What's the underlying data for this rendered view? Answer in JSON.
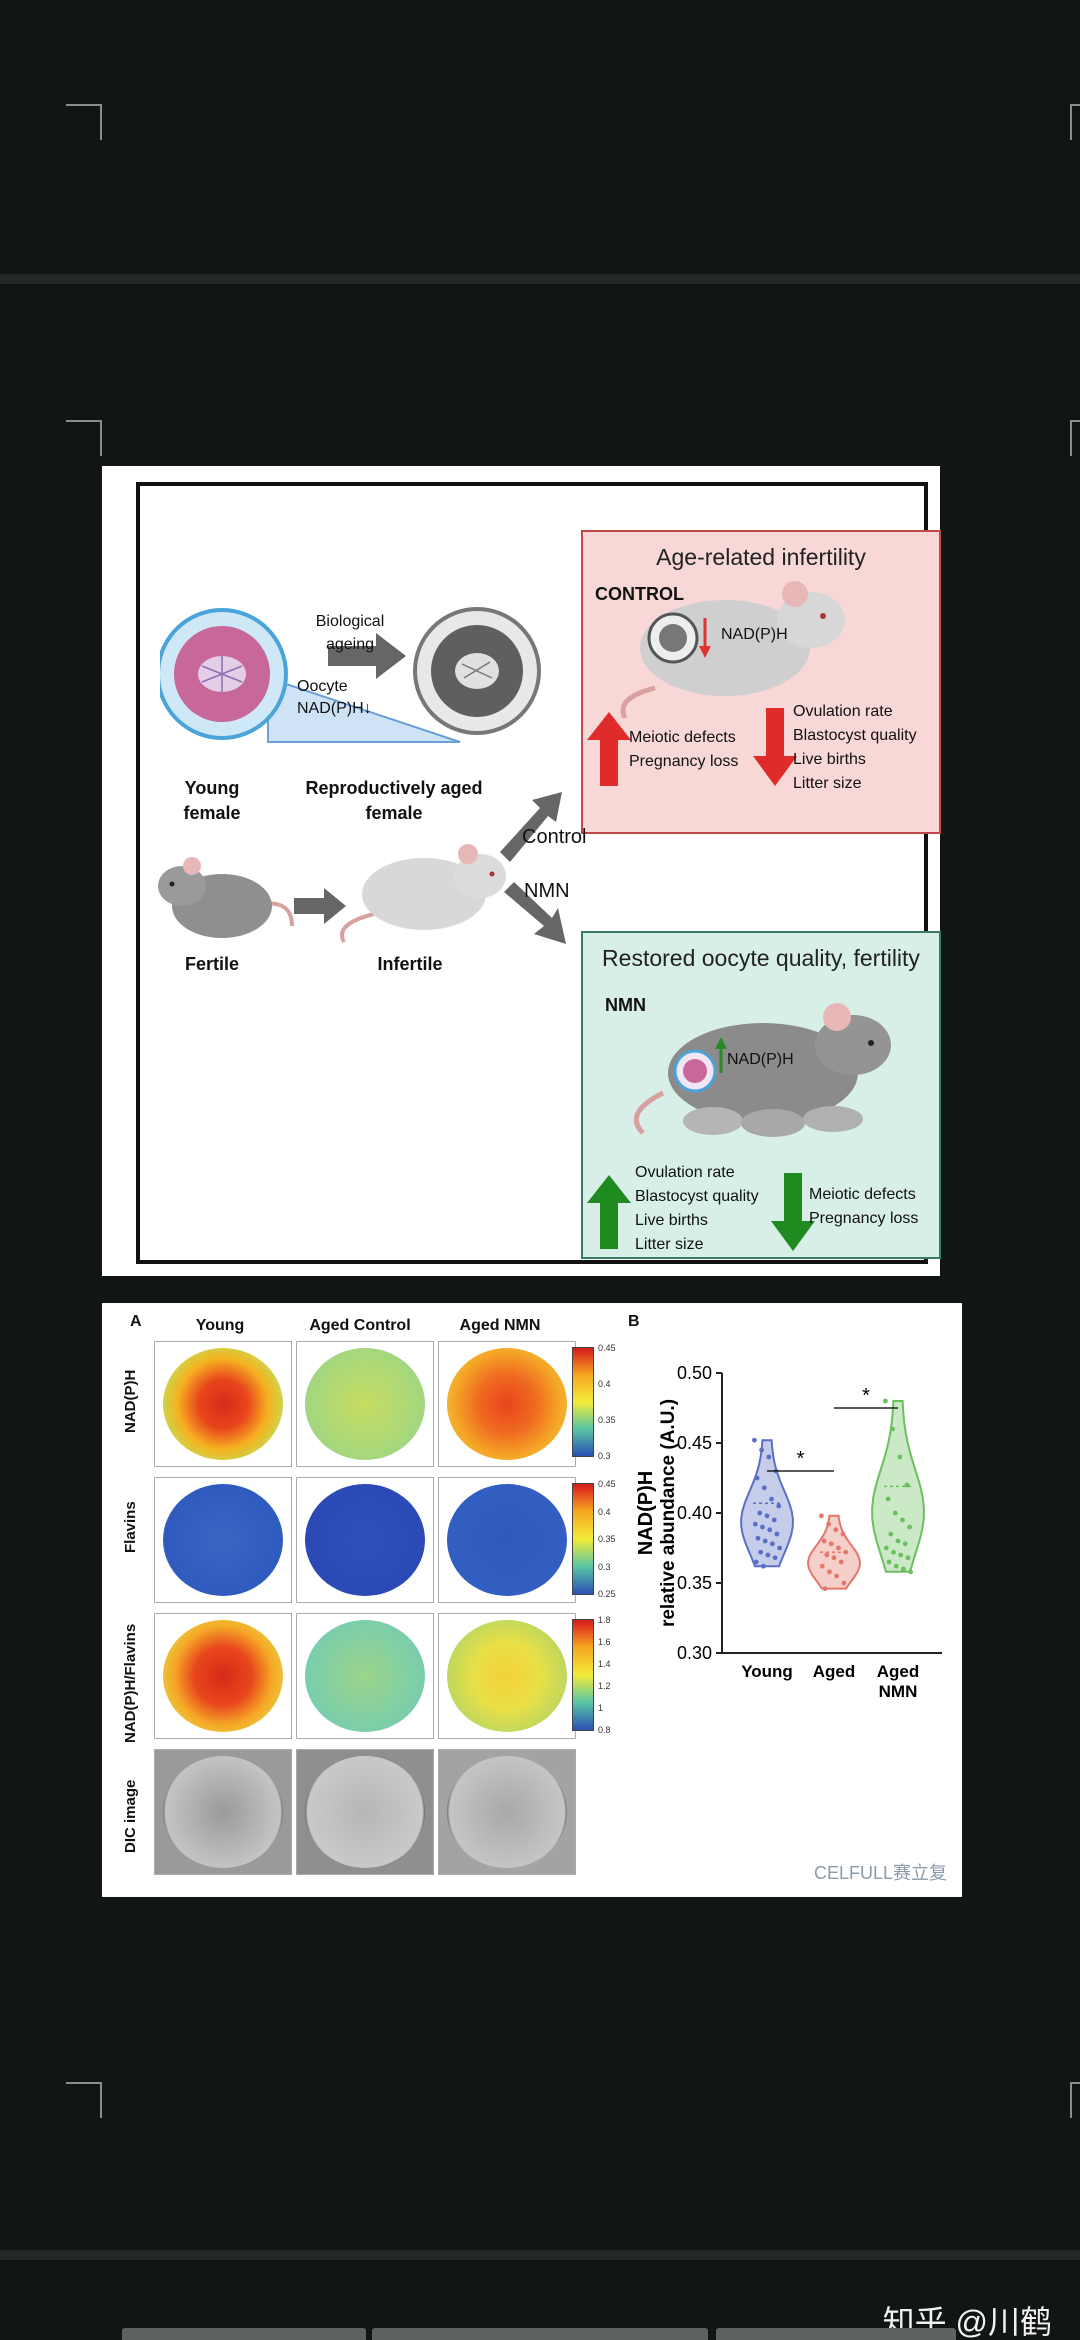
{
  "diagram": {
    "box_red_title": "Age-related infertility",
    "control_tag": "CONTROL",
    "nadph_label_1": "NAD(P)H",
    "red_up_items": [
      "Meiotic defects",
      "Pregnancy loss"
    ],
    "red_down_items": [
      "Ovulation rate",
      "Blastocyst quality",
      "Live births",
      "Litter size"
    ],
    "bio_ageing": [
      "Biological",
      "ageing"
    ],
    "oocyte_label": [
      "Oocyte",
      "NAD(P)H"
    ],
    "young_female": [
      "Young",
      "female"
    ],
    "aged_female": [
      "Reproductively aged",
      "female"
    ],
    "fertile": "Fertile",
    "infertile": "Infertile",
    "control_arrow": "Control",
    "nmn_arrow": "NMN",
    "box_green_title": "Restored oocyte quality, fertility",
    "nmn_tag": "NMN",
    "nadph_label_2": "NAD(P)H",
    "green_up_items": [
      "Ovulation rate",
      "Blastocyst quality",
      "Live births",
      "Litter size"
    ],
    "green_down_items": [
      "Meiotic defects",
      "Pregnancy loss"
    ]
  },
  "figure": {
    "panel_a": "A",
    "panel_b": "B",
    "columns": [
      "Young",
      "Aged Control",
      "Aged NMN"
    ],
    "rows": [
      "NAD(P)H",
      "Flavins",
      "NAD(P)H/Flavins",
      "DIC image"
    ],
    "colorbar_ticks": [
      [
        "0.45",
        "0.4",
        "0.35",
        "0.3"
      ],
      [
        "0.45",
        "0.4",
        "0.35",
        "0.3",
        "0.25"
      ],
      [
        "1.8",
        "1.6",
        "1.4",
        "1.2",
        "1",
        "0.8"
      ]
    ]
  },
  "chart_data": {
    "type": "scatter",
    "ylabel": "NAD(P)H relative abundance (A.U.)",
    "ylim": [
      0.3,
      0.5
    ],
    "yticks": [
      "0.50",
      "0.45",
      "0.40",
      "0.35",
      "0.30"
    ],
    "categories": [
      "Young",
      "Aged",
      "Aged NMN"
    ],
    "category_lines": [
      [
        "Young"
      ],
      [
        "Aged"
      ],
      [
        "Aged",
        "NMN"
      ]
    ],
    "colors": [
      "#5b6fc7",
      "#e2786b",
      "#6bbf5e"
    ],
    "significance": [
      "*",
      "*"
    ],
    "series": [
      {
        "values": [
          0.452,
          0.445,
          0.44,
          0.43,
          0.425,
          0.418,
          0.41,
          0.405,
          0.4,
          0.398,
          0.395,
          0.392,
          0.39,
          0.388,
          0.385,
          0.382,
          0.38,
          0.378,
          0.375,
          0.372,
          0.37,
          0.368,
          0.365,
          0.362
        ]
      },
      {
        "values": [
          0.398,
          0.392,
          0.388,
          0.385,
          0.38,
          0.378,
          0.375,
          0.372,
          0.37,
          0.368,
          0.365,
          0.362,
          0.358,
          0.355,
          0.35,
          0.346
        ]
      },
      {
        "values": [
          0.48,
          0.46,
          0.44,
          0.42,
          0.41,
          0.4,
          0.395,
          0.39,
          0.385,
          0.38,
          0.378,
          0.375,
          0.372,
          0.37,
          0.368,
          0.365,
          0.362,
          0.36,
          0.358
        ]
      }
    ]
  },
  "watermark": "CELFULL赛立复",
  "zhihu_footer": "知乎 @川鹤"
}
